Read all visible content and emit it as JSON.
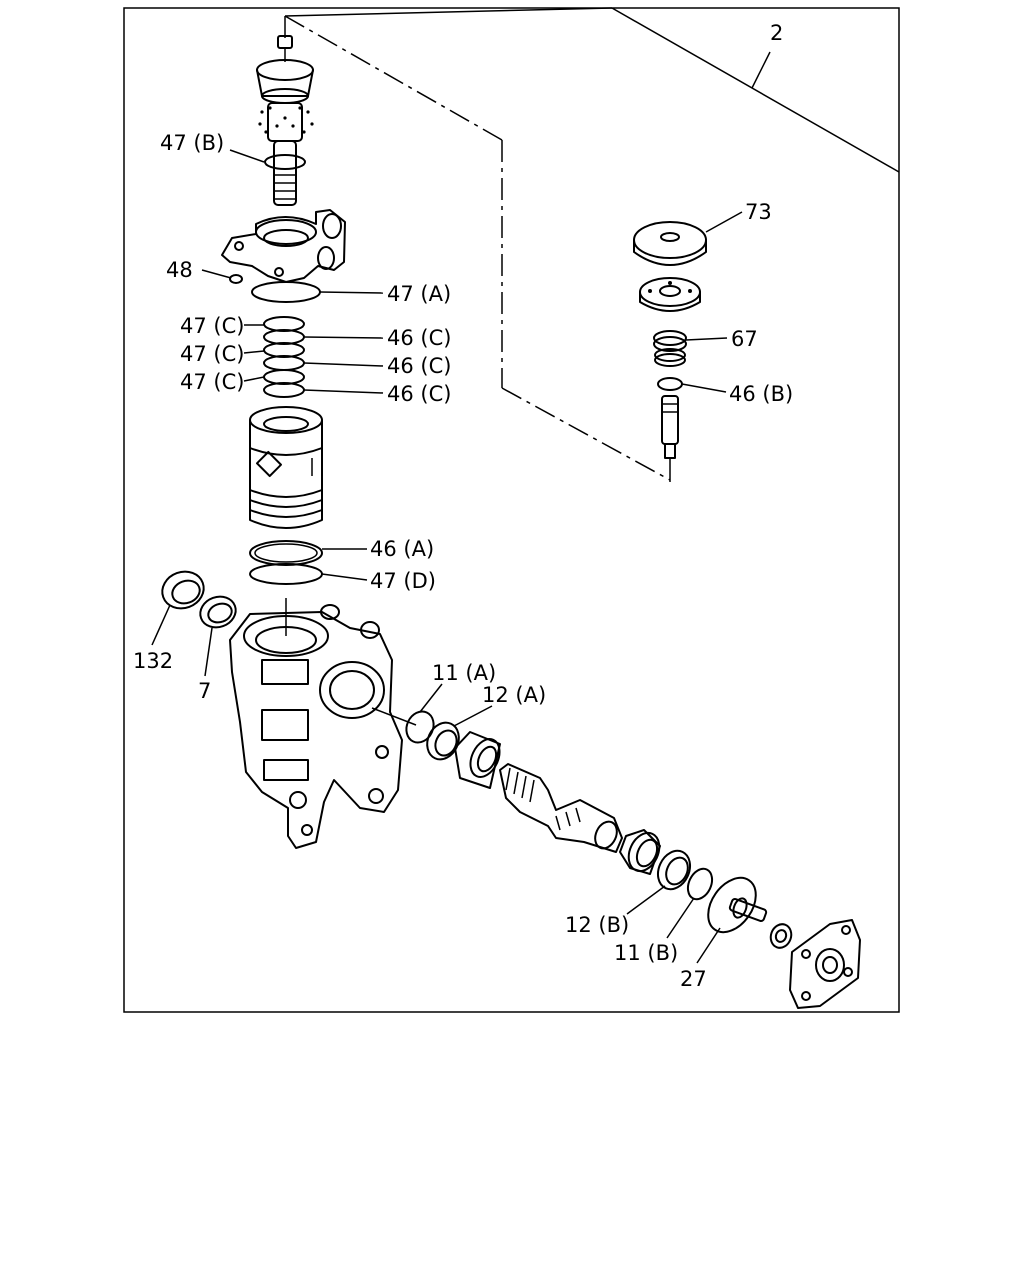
{
  "labels": {
    "l2": "2",
    "l47b": "47 (B)",
    "l48": "48",
    "l47a": "47 (A)",
    "l47c1": "47 (C)",
    "l47c2": "47 (C)",
    "l47c3": "47 (C)",
    "l46c1": "46 (C)",
    "l46c2": "46 (C)",
    "l46c3": "46 (C)",
    "l46a": "46 (A)",
    "l47d": "47 (D)",
    "l132": "132",
    "l7": "7",
    "l11a": "11 (A)",
    "l12a": "12 (A)",
    "l12b": "12 (B)",
    "l11b": "11 (B)",
    "l27": "27",
    "l73": "73",
    "l67": "67",
    "l46b": "46 (B)"
  }
}
